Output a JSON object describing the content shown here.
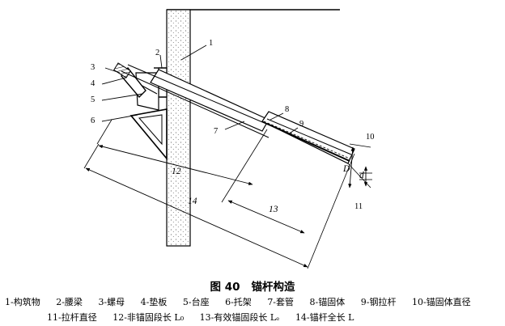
{
  "figure": {
    "number": "图 40",
    "title": "锚杆构造"
  },
  "callouts": [
    "1",
    "2",
    "3",
    "4",
    "5",
    "6",
    "7",
    "8",
    "9",
    "10",
    "11"
  ],
  "dimensions": {
    "d12": "12",
    "d13": "13",
    "d14": "14",
    "big_d": "D",
    "small_d": "d"
  },
  "legend": [
    "1-构筑物",
    "2-腰梁",
    "3-螺母",
    "4-垫板",
    "5-台座",
    "6-托架",
    "7-套管",
    "8-锚固体",
    "9-钢拉杆",
    "10-锚固体直径",
    "11-拉杆直径",
    "12-非锚固段长 L₀",
    "13-有效锚固段长 Lₑ",
    "14-锚杆全长 L"
  ]
}
